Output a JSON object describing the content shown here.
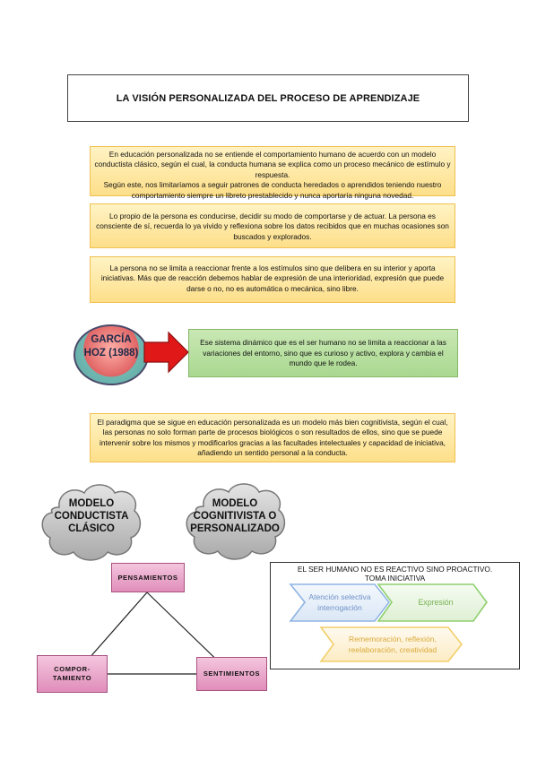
{
  "title": "LA VISIÓN PERSONALIZADA DEL PROCESO DE APRENDIZAJE",
  "notes": {
    "n1": {
      "p1": "En educación personalizada no se entiende el comportamiento humano de acuerdo con un modelo conductista clásico, según el cual, la conducta humana se explica como un proceso mecánico de estímulo y respuesta.",
      "p2": "Según este, nos limitaríamos a seguir patrones de conducta heredados o aprendidos teniendo nuestro comportamiento siempre un libreto prestablecido y nunca aportaría ninguna novedad."
    },
    "n2": "Lo propio de la persona es conducirse, decidir su modo de comportarse y de actuar. La persona es consciente de sí, recuerda lo ya vivido y reflexiona sobre los datos recibidos que en muchas ocasiones son buscados y explorados.",
    "n3": "La persona no se limita a reaccionar frente a los estímulos sino que delibera en su interior y aporta iniciativas. Más que de reacción debemos hablar de expresión de una interioridad, expresión que puede darse o no, no es automática o mecánica, sino libre.",
    "n4": "El paradigma que se sigue en educación personalizada es un modelo más bien cognitivista, según el cual, las personas no solo forman parte de procesos biológicos o son resultados de ellos, sino que se puede intervenir sobre los mismos y modificarlos gracias a las facultades intelectuales y capacidad de iniciativa, añadiendo un sentido personal a la conducta."
  },
  "garcia": {
    "line1": "GARCÍA",
    "line2": "HOZ (1988)"
  },
  "green_note": "Ese sistema dinámico que es el ser humano no se limita a reaccionar a las variaciones del entorno, sino que es curioso y activo, explora y cambia el mundo que le rodea.",
  "clouds": {
    "left": [
      "MODELO",
      "CONDUCTISTA",
      "CLÁSICO"
    ],
    "right": [
      "MODELO",
      "COGNITIVISTA O",
      "PERSONALIZADO"
    ]
  },
  "triangle": {
    "top": "PENSAMIENTOS",
    "left": [
      "COMPOR-",
      "TAMIENTO"
    ],
    "right": "SENTIMIENTOS"
  },
  "proactive": {
    "title": [
      "EL SER HUMANO NO ES REACTIVO SINO PROACTIVO.",
      "TOMA INICIATIVA"
    ],
    "chevron1": [
      "Atención selectiva",
      "interrogación"
    ],
    "chevron2": "Expresión",
    "chevron3": [
      "Rememoración, reflexión,",
      "reelaboración, creatividad"
    ]
  },
  "colors": {
    "note_fill": "#fde9a6",
    "green_fill": "#b9e0a0",
    "pink_fill": "#eaa8cb",
    "arrow_red": "#e01818",
    "chevron_blue": "#8fb4e3",
    "chevron_green": "#8fcf6e",
    "chevron_yellow": "#f2cf6a"
  }
}
